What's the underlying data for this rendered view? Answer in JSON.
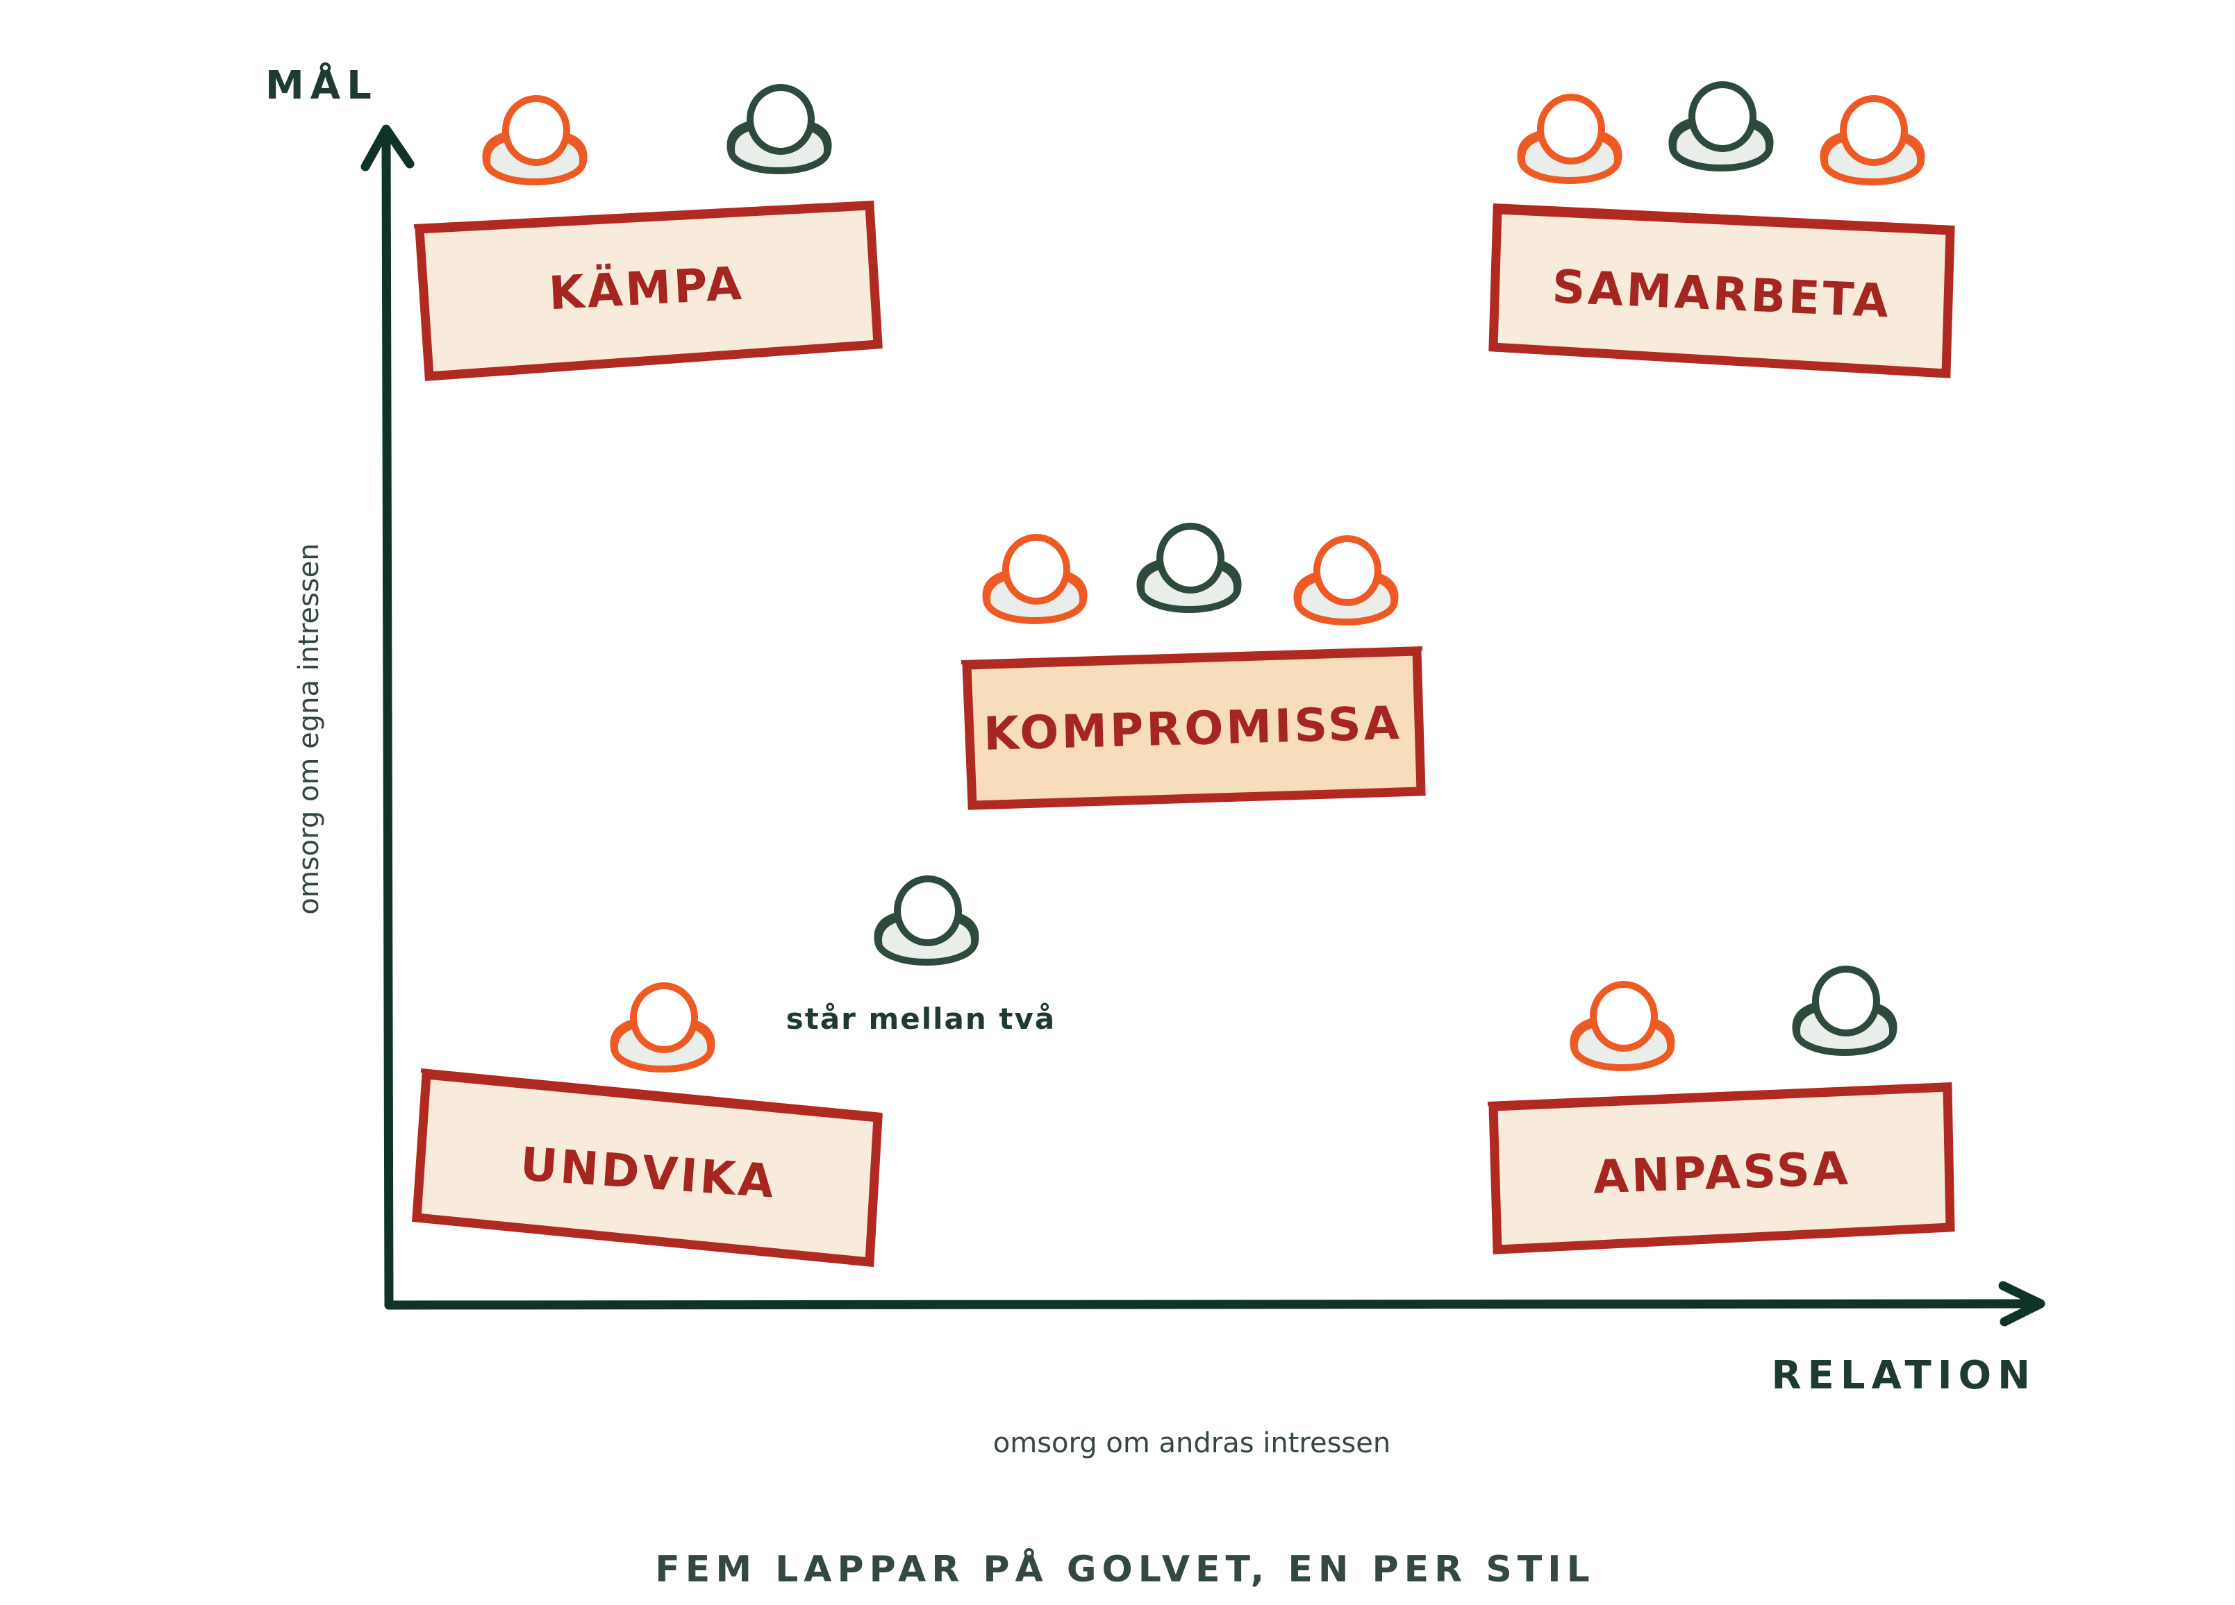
{
  "colors": {
    "axis": "#0f3328",
    "card_border": "#b02a22",
    "card_fill": "#f8ebdb",
    "card_fill_center": "#f7ddbb",
    "card_text": "#a52520",
    "orange": "#ee5a24",
    "dark_green": "#2d4a3c",
    "person_fill": "#e9eeeb",
    "text_dark": "#1f3a30",
    "text_sub": "#33493f"
  },
  "axes": {
    "y_title": "MÅL",
    "y_subtitle": "omsorg om egna intressen",
    "x_title": "RELATION",
    "x_subtitle": "omsorg om andras intressen"
  },
  "cards": [
    {
      "id": "kampa",
      "label": "KÄMPA",
      "people": [
        "orange",
        "dark_green"
      ]
    },
    {
      "id": "samarbeta",
      "label": "SAMARBETA",
      "people": [
        "orange",
        "dark_green",
        "orange"
      ]
    },
    {
      "id": "kompromissa",
      "label": "KOMPROMISSA",
      "people": [
        "orange",
        "dark_green",
        "orange"
      ]
    },
    {
      "id": "undvika",
      "label": "UNDVIKA",
      "people": [
        "orange"
      ]
    },
    {
      "id": "anpassa",
      "label": "ANPASSA",
      "people": [
        "orange",
        "dark_green"
      ]
    }
  ],
  "standalone_person": {
    "color": "dark_green",
    "note": "står mellan två"
  },
  "caption": "FEM LAPPAR PÅ GOLVET, EN PER STIL",
  "icons": [
    "person-icon"
  ]
}
